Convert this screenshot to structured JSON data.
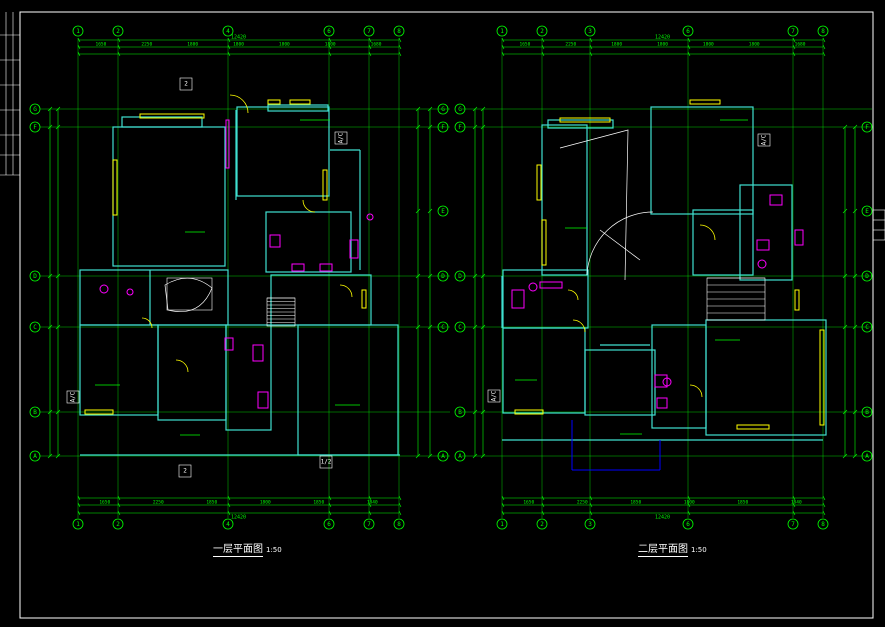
{
  "colors": {
    "background": "#000000",
    "border": "#ffffff",
    "grid": "#00ff00",
    "wall": "#40e0d0",
    "window": "#ffff00",
    "fixture": "#ff00ff",
    "glazing": "#0000ff",
    "text": "#ffffff"
  },
  "plans": [
    {
      "id": "first-floor",
      "title": "一层平面图",
      "scale": "1:50",
      "col_axes": [
        "1",
        "2",
        "4",
        "6",
        "7",
        "8"
      ],
      "row_axes_left": [
        "G",
        "F",
        "D",
        "C",
        "B",
        "A"
      ],
      "row_axes_right": [
        "G",
        "F",
        "E",
        "D",
        "C",
        "A"
      ],
      "top_overall": "12420",
      "bottom_overall": "12420",
      "top_dims": [
        "1650",
        "2250",
        "1800",
        "1800",
        "1800",
        "1800",
        "1680"
      ],
      "bottom_dims": [
        "1650",
        "2250",
        "1850",
        "1800",
        "1850",
        "1840"
      ],
      "labels": [
        "A/C",
        "A/C",
        "2",
        "2",
        "1/2"
      ]
    },
    {
      "id": "second-floor",
      "title": "二层平面图",
      "scale": "1:50",
      "col_axes": [
        "1",
        "2",
        "3",
        "6",
        "7",
        "8"
      ],
      "row_axes_left": [
        "G",
        "F",
        "D",
        "C",
        "B",
        "A"
      ],
      "row_axes_right": [
        "F",
        "E",
        "D",
        "C",
        "B",
        "A"
      ],
      "top_overall": "12420",
      "bottom_overall": "12420",
      "top_dims": [
        "1650",
        "2250",
        "1800",
        "1800",
        "1800",
        "1800",
        "1680"
      ],
      "bottom_dims": [
        "1650",
        "2250",
        "1850",
        "1800",
        "1850",
        "1840"
      ],
      "labels": [
        "A/C",
        "A/C"
      ]
    }
  ]
}
